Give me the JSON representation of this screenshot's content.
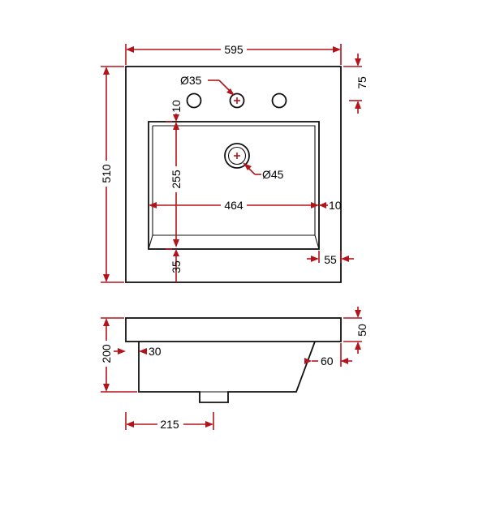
{
  "colors": {
    "dimension": "#b3141b",
    "outline": "#111111",
    "background": "#ffffff"
  },
  "top_view": {
    "overall_width": "595",
    "overall_depth": "510",
    "back_to_taphole": "75",
    "tap_hole_dia": "Ø35",
    "waste_dia": "Ø45",
    "bowl_back_gap": "10",
    "bowl_depth": "255",
    "bowl_width": "464",
    "side_rim": "10",
    "front_rim": "35",
    "front_edge": "55"
  },
  "side_view": {
    "height": "200",
    "rim_thickness": "50",
    "wall_offset": "30",
    "front_slope": "60",
    "waste_position": "215"
  }
}
